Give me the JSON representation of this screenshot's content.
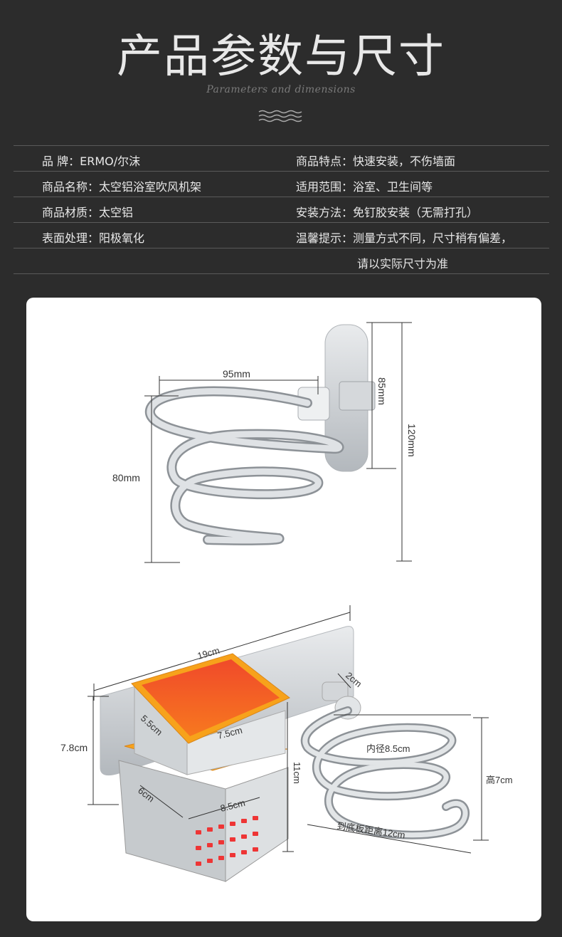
{
  "header": {
    "title": "产品参数与尺寸",
    "subtitle": "Parameters and dimensions"
  },
  "specs": {
    "rows": [
      {
        "left": "品      牌：ERMO/尔沫",
        "right": "商品特点：快速安装，不伤墙面"
      },
      {
        "left": "商品名称：太空铝浴室吹风机架",
        "right": "适用范围：浴室、卫生间等"
      },
      {
        "left": "商品材质：太空铝",
        "right": "安装方法：免钉胶安装（无需打孔）"
      },
      {
        "left": "表面处理：阳极氧化",
        "right": "温馨提示：测量方式不同，尺寸稍有偏差，"
      },
      {
        "left": "",
        "right": "请以实际尺寸为准"
      }
    ]
  },
  "product1": {
    "dim_width": "95mm",
    "dim_height_left": "80mm",
    "dim_plate": "85mm",
    "dim_total": "120mm"
  },
  "product2": {
    "dim_length": "19cm",
    "dim_left_height": "7.8cm",
    "dim_cup_depth": "5.5cm",
    "dim_cup_width": "7.5cm",
    "dim_holder_height": "11cm",
    "dim_base_depth": "6cm",
    "dim_base_width": "8.5cm",
    "dim_arm": "2cm",
    "dim_inner": "内径8.5cm",
    "dim_coil_height": "高7cm",
    "dim_distance": "到底板距离12cm"
  },
  "colors": {
    "background": "#2c2c2c",
    "panel": "#ffffff",
    "cup_orange": "#f7a21b",
    "cup_red": "#f04a2a",
    "metal": "#c8ccd0"
  }
}
